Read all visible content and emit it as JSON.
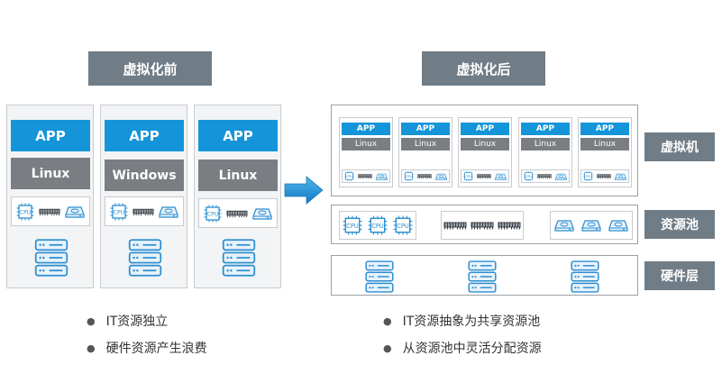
{
  "before": {
    "title": "虚拟化前",
    "columns": [
      {
        "app": "APP",
        "os": "Linux"
      },
      {
        "app": "APP",
        "os": "Windows"
      },
      {
        "app": "APP",
        "os": "Linux"
      }
    ],
    "bullets": [
      "IT资源独立",
      "硬件资源产生浪费"
    ]
  },
  "after": {
    "title": "虚拟化后",
    "vms": [
      {
        "app": "APP",
        "os": "Linux"
      },
      {
        "app": "APP",
        "os": "Linux"
      },
      {
        "app": "APP",
        "os": "Linux"
      },
      {
        "app": "APP",
        "os": "Linux"
      },
      {
        "app": "APP",
        "os": "Linux"
      }
    ],
    "layers": [
      "虚拟机",
      "资源池",
      "硬件层"
    ],
    "bullets": [
      "IT资源抽象为共享资源池",
      "从资源池中灵活分配资源"
    ]
  },
  "icons": {
    "cpu": "cpu-icon",
    "memory": "memory-icon",
    "disk": "disk-icon",
    "server": "server-icon",
    "arrow": "arrow-right-icon"
  },
  "colors": {
    "app_blue": "#1595d9",
    "os_gray": "#7a7d82",
    "label_gray": "#707c86"
  }
}
